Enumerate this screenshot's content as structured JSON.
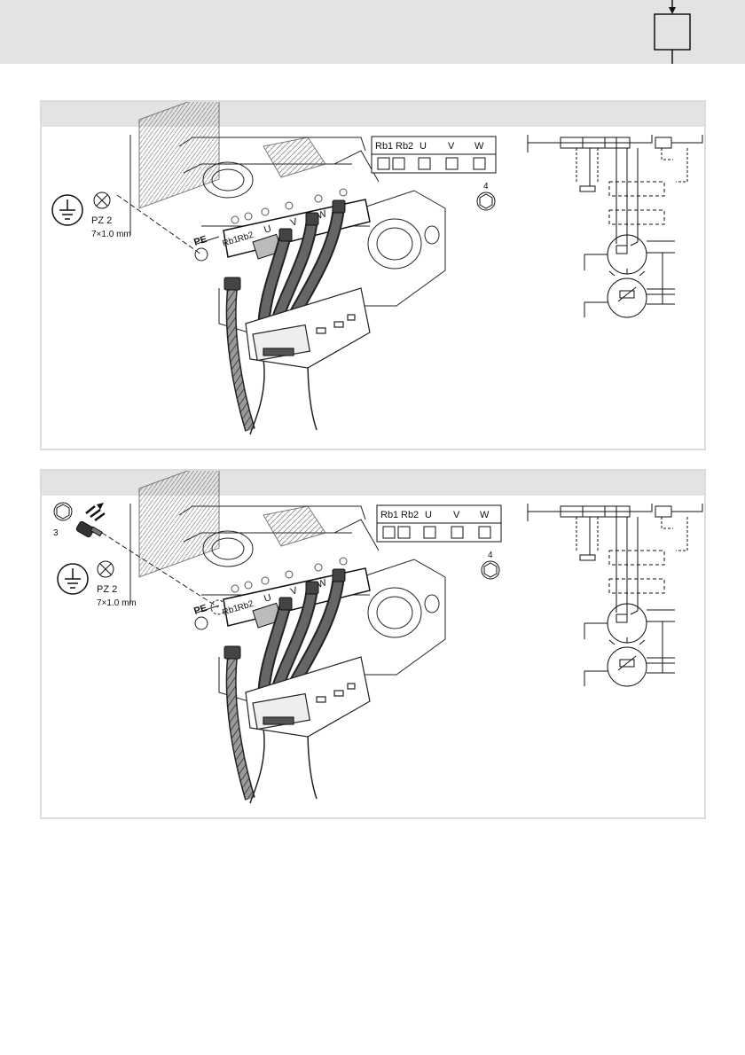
{
  "panels": [
    {
      "terminals": [
        "Rb1",
        "Rb2",
        "U",
        "V",
        "W"
      ],
      "device_terminal_labels": [
        "Rb1",
        "Rb2",
        "U",
        "V",
        "W"
      ],
      "pe_label": "PE",
      "screwdriver": "PZ 2",
      "wire_spec": "7×1.0 mm",
      "step_label": "4"
    },
    {
      "terminals": [
        "Rb1",
        "Rb2",
        "U",
        "V",
        "W"
      ],
      "device_terminal_labels": [
        "Rb1",
        "Rb2",
        "U",
        "V",
        "W"
      ],
      "pe_label": "PE",
      "screwdriver": "PZ 2",
      "wire_spec": "7×1.0 mm",
      "step_label": "4",
      "screw_step_label": "3"
    }
  ],
  "icons": [
    "terminal-box-icon",
    "ground-symbol-icon",
    "pozidriv-icon",
    "hex-nut-icon",
    "screw-icon"
  ]
}
